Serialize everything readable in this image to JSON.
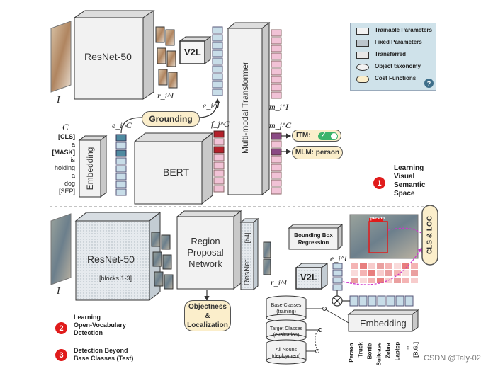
{
  "colors": {
    "cube_face": "#f2f2f2",
    "token_blue": "#c8dde8",
    "token_dark_blue": "#4f8aa0",
    "token_red": "#b3202a",
    "token_pink": "#f1c2d6",
    "token_purple": "#8a4a84",
    "pill_fill": "#fbeecb",
    "legend_fill": "#cfe2ea",
    "badge_red": "#e01b1b",
    "toggle_green": "#3bb36b",
    "magenta": "#cc33cc"
  },
  "top": {
    "resnet": "ResNet-50",
    "v2l": "V2L",
    "mmt": "Multi-modal Transformer",
    "bert": "BERT",
    "embedding": "Embedding",
    "grounding": "Grounding",
    "image_label": "I",
    "region_label": "r_i^I",
    "e_i_I": "e_i^I",
    "e_i_C": "e_i^C",
    "f_j_C": "f_j^C",
    "m_i_I": "m_i^I",
    "m_j_C": "m_j^C",
    "caption_label": "C",
    "caption_tokens": [
      "[CLS]",
      "a",
      "[MASK]",
      "is",
      "holding",
      "a",
      "dog",
      "[SEP]"
    ],
    "itm": "ITM:",
    "mlm": "MLM: person",
    "step1_num": "1",
    "step1_text": [
      "Learning",
      "Visual",
      "Semantic",
      "Space"
    ]
  },
  "legend": {
    "items": [
      "Trainable Parameters",
      "Fixed Parameters",
      "Transferred",
      "Object taxonomy",
      "Cost Functions"
    ],
    "help": "?"
  },
  "bottom": {
    "resnet": "ResNet-50",
    "blocks": "[blocks 1-3]",
    "rpn": [
      "Region",
      "Proposal",
      "Network"
    ],
    "resnet_b4": "ResNet",
    "b4": "[b4]",
    "objectness": [
      "Objectness",
      "&",
      "Localization"
    ],
    "bbox": [
      "Bounding Box",
      "Regression"
    ],
    "v2l": "V2L",
    "image_label": "I",
    "region_label": "r_i^I",
    "e_i_I": "e_i^I",
    "person_tag": "person",
    "cls_loc": "CLS & LOC",
    "embedding": "Embedding",
    "classes": [
      {
        "name": "Base Classes",
        "sub": "(training)"
      },
      {
        "name": "Target Classes",
        "sub": "(evaluation)"
      },
      {
        "name": "All Nouns",
        "sub": "(deployment)"
      }
    ],
    "vocab": [
      "Person",
      "Truck",
      "Bottle",
      "Suitcase",
      "Zebra",
      "Laptop",
      "...",
      "[B.G.]"
    ],
    "step2_num": "2",
    "step2_text": [
      "Learning",
      "Open-Vocabulary",
      "Detection"
    ],
    "step3_num": "3",
    "step3_text": [
      "Detection Beyond",
      "Base Classes (Test)"
    ]
  },
  "watermark": "CSDN @Taly-02"
}
